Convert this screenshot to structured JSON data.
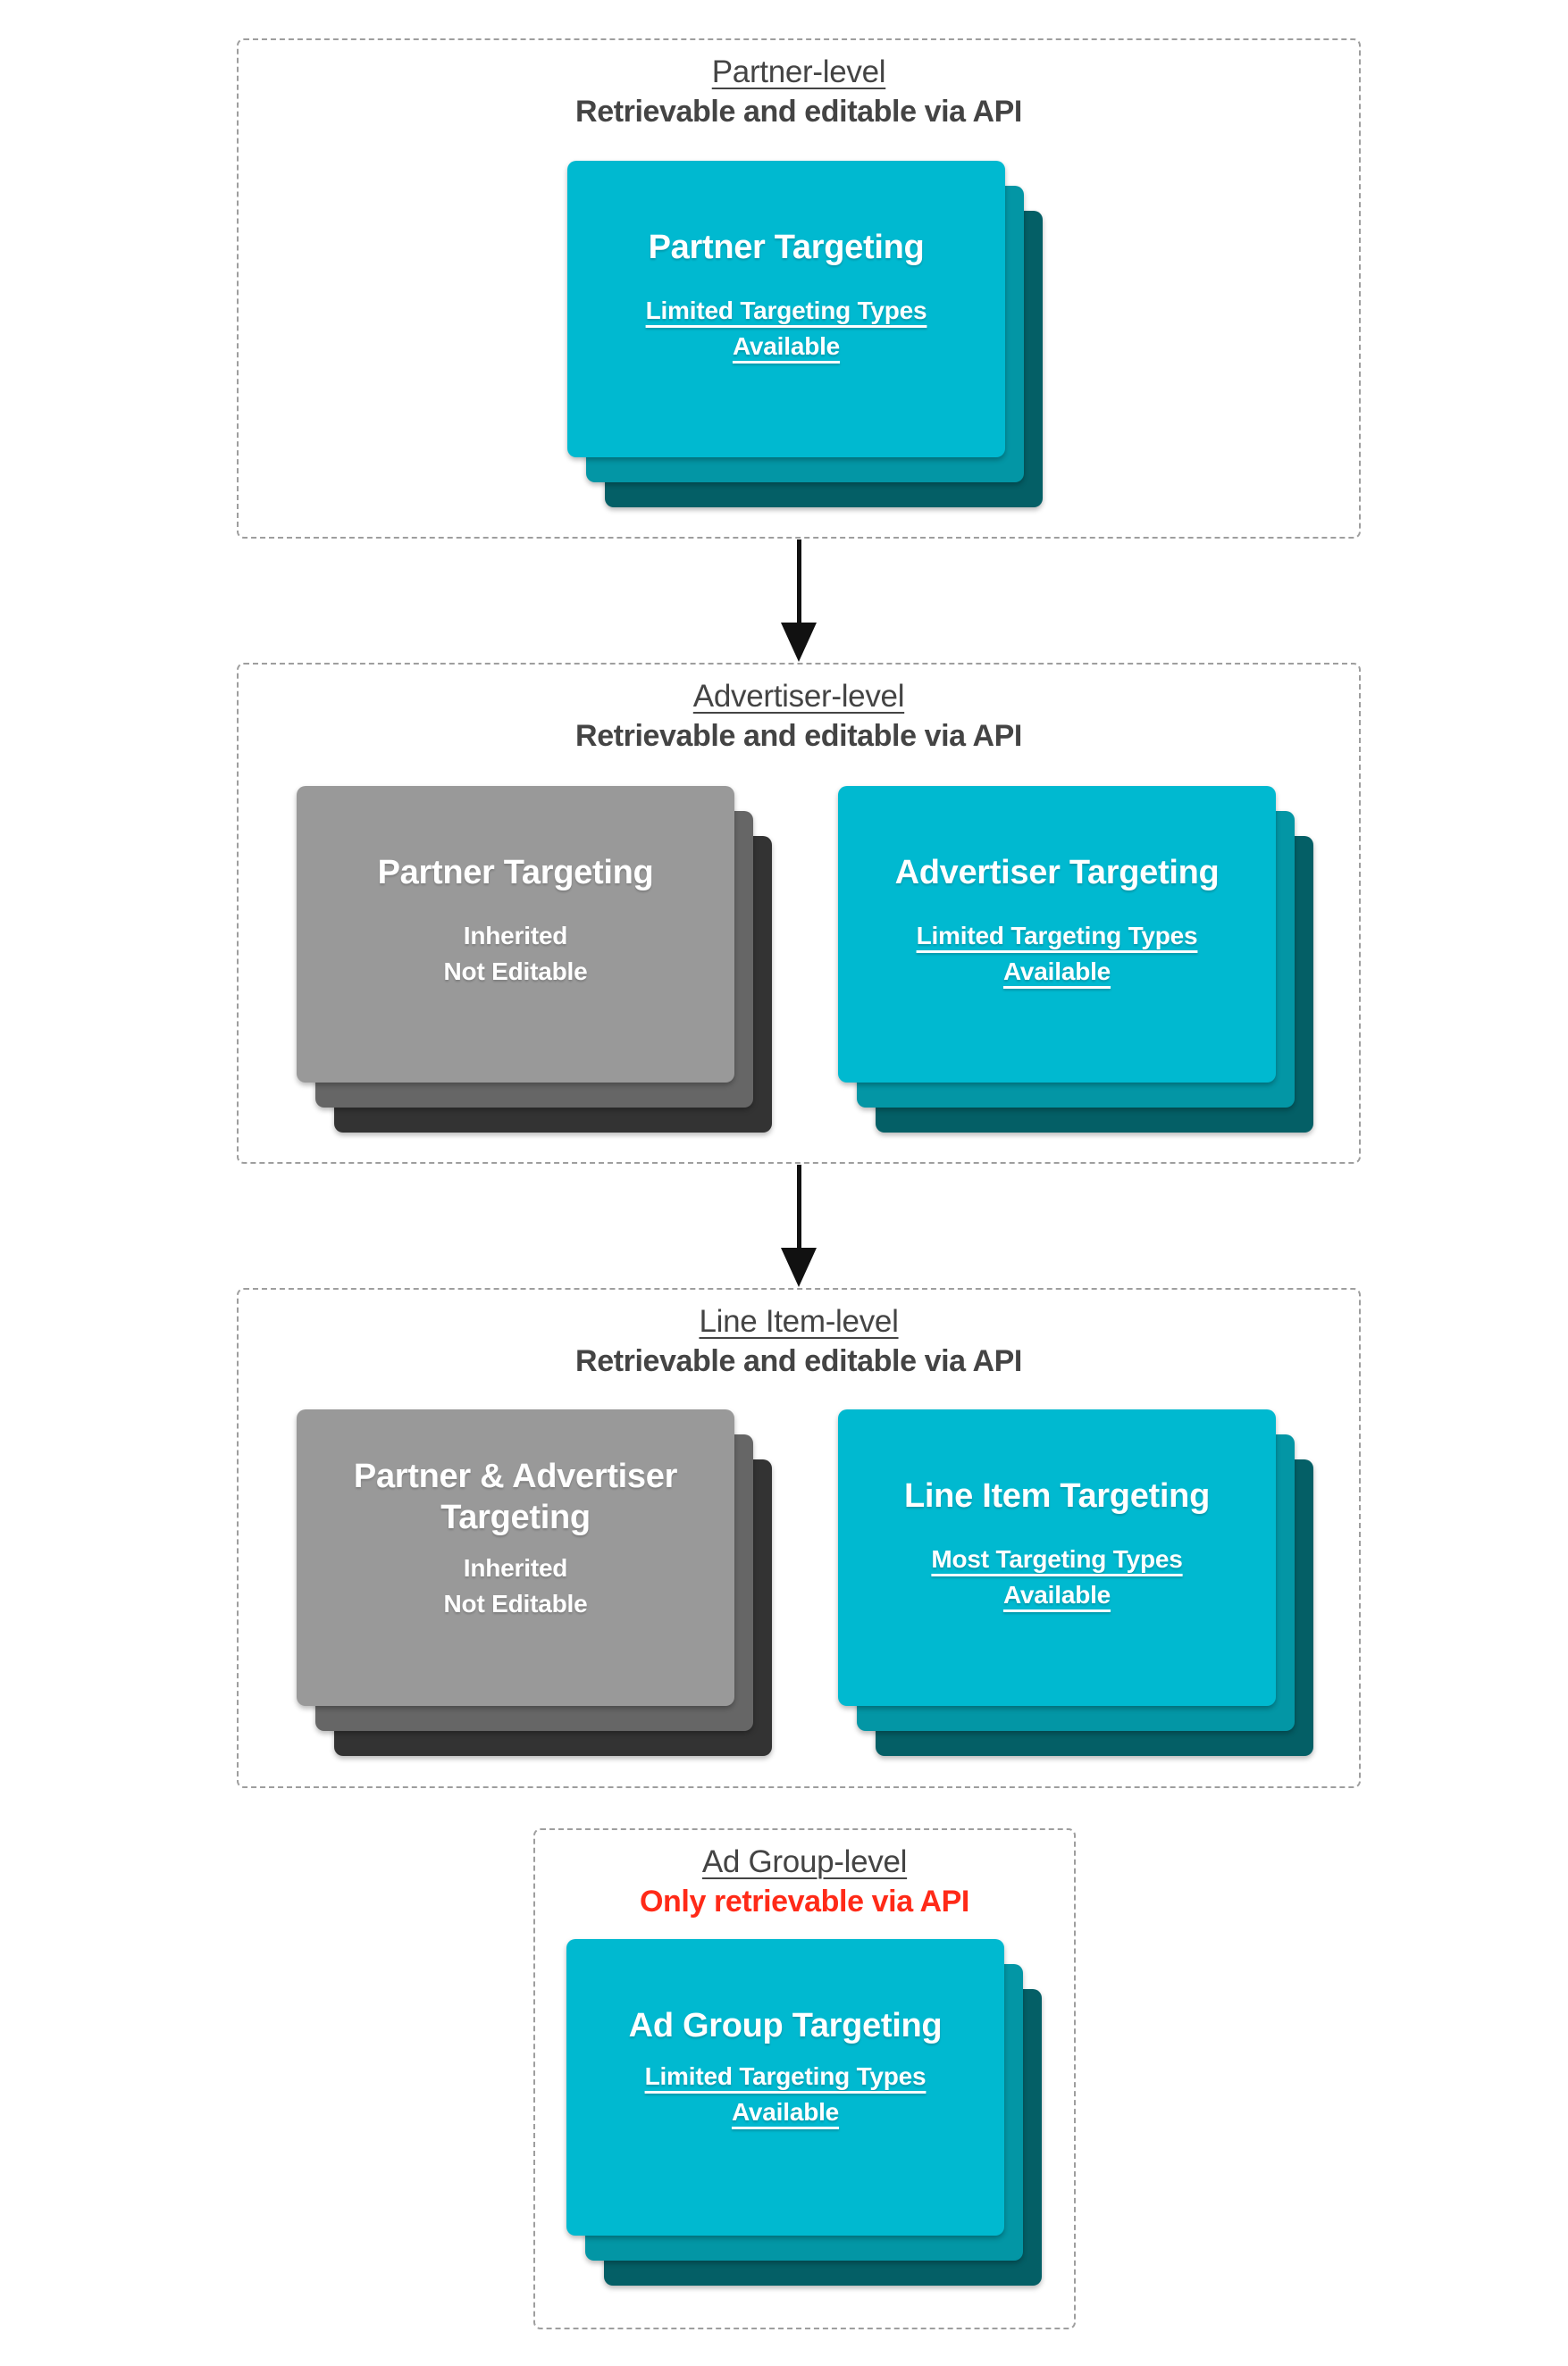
{
  "colors": {
    "teal_front": "#00b9d0",
    "teal_mid": "#0396a5",
    "teal_back": "#045f66",
    "gray_front": "#999999",
    "gray_mid": "#666666",
    "gray_back": "#333333",
    "header_text": "#444444",
    "red_text": "#ff2a18",
    "dashed_border": "#9e9e9e",
    "arrow": "#111111",
    "card_text": "#ffffff"
  },
  "sections": [
    {
      "level_label": "Partner-level",
      "api_label": "Retrievable and editable via API",
      "cards": [
        {
          "variant": "teal",
          "title_lines": [
            "Partner Targeting"
          ],
          "subtitle_lines": [
            "Limited Targeting Types",
            "Available"
          ],
          "subtitle_underlined": true
        }
      ]
    },
    {
      "level_label": "Advertiser-level",
      "api_label": "Retrievable and editable via API",
      "cards": [
        {
          "variant": "gray",
          "title_lines": [
            "Partner Targeting"
          ],
          "subtitle_lines": [
            "Inherited",
            "Not Editable"
          ],
          "subtitle_underlined": false
        },
        {
          "variant": "teal",
          "title_lines": [
            "Advertiser Targeting"
          ],
          "subtitle_lines": [
            "Limited Targeting Types",
            "Available"
          ],
          "subtitle_underlined": true
        }
      ]
    },
    {
      "level_label": "Line Item-level",
      "api_label": "Retrievable and editable via API",
      "cards": [
        {
          "variant": "gray",
          "title_lines": [
            "Partner & Advertiser",
            "Targeting"
          ],
          "subtitle_lines": [
            "Inherited",
            "Not Editable"
          ],
          "subtitle_underlined": false
        },
        {
          "variant": "teal",
          "title_lines": [
            "Line Item Targeting"
          ],
          "subtitle_lines": [
            "Most Targeting Types",
            "Available"
          ],
          "subtitle_underlined": true
        }
      ]
    },
    {
      "level_label": "Ad Group-level",
      "api_label": "Only retrievable via API",
      "cards": [
        {
          "variant": "teal",
          "title_lines": [
            "Ad Group Targeting"
          ],
          "subtitle_lines": [
            "Limited Targeting Types",
            "Available"
          ],
          "subtitle_underlined": true
        }
      ]
    }
  ],
  "arrows": [
    {
      "from": "Partner-level",
      "to": "Advertiser-level"
    },
    {
      "from": "Advertiser-level",
      "to": "Line Item-level"
    }
  ]
}
